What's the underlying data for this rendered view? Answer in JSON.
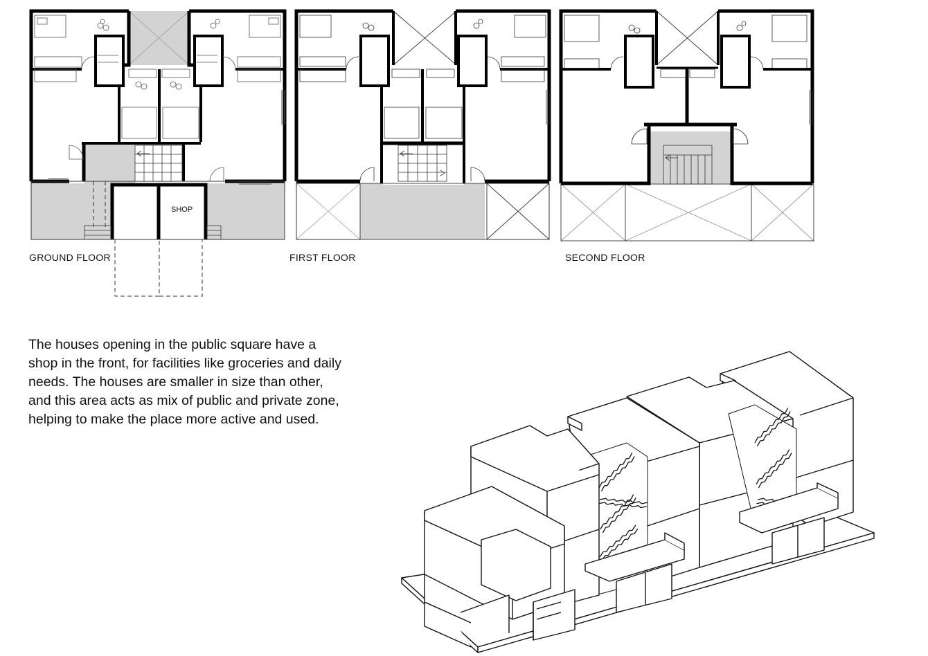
{
  "labels": {
    "ground_floor": "GROUND FLOOR",
    "first_floor": "FIRST FLOOR",
    "second_floor": "SECOND FLOOR",
    "shop": "SHOP"
  },
  "description": {
    "lines": [
      "The houses opening in the public square have a",
      "shop in the front, for facilities like groceries and daily",
      "needs. The houses are smaller in size than other,",
      "and this area acts as mix of public and private zone,",
      "helping to make the place more active and used."
    ]
  },
  "colors": {
    "wall": "#000000",
    "fill": "#d3d3d3",
    "line": "#222222"
  }
}
